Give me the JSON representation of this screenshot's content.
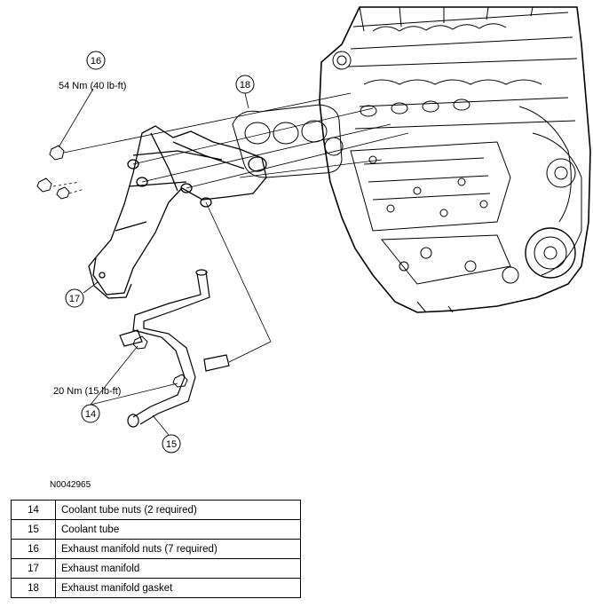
{
  "figure_id": "N0042965",
  "torque_labels": {
    "manifold_nuts": "54 Nm (40 lb-ft)",
    "coolant_nuts": "20 Nm (15 lb-ft)"
  },
  "callouts": [
    "16",
    "18",
    "17",
    "14",
    "15"
  ],
  "legend": [
    {
      "num": "14",
      "desc": "Coolant tube nuts (2 required)"
    },
    {
      "num": "15",
      "desc": "Coolant tube"
    },
    {
      "num": "16",
      "desc": "Exhaust manifold nuts (7 required)"
    },
    {
      "num": "17",
      "desc": "Exhaust manifold"
    },
    {
      "num": "18",
      "desc": "Exhaust manifold gasket"
    }
  ]
}
